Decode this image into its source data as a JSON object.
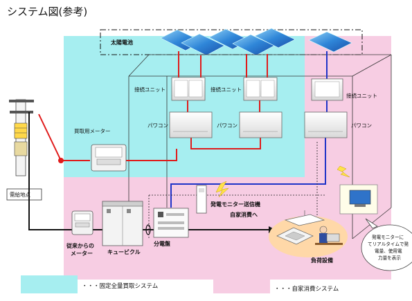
{
  "title": "システム図(参考)",
  "labels": {
    "solar": "太陽電池",
    "junction_1": "接続ユニット",
    "junction_2": "接続ユニット",
    "junction_3": "接続ユニット",
    "pcs_1": "パワコン",
    "pcs_2": "パワコン",
    "pcs_3": "パワコン",
    "sell_meter": "買取用メーター",
    "supply_point": "需給地点",
    "conventional_meter_line1": "従来からの",
    "conventional_meter_line2": "メーター",
    "cubicle": "キュービクル",
    "distribution_board": "分電盤",
    "monitor_transmitter": "発電モニター送信機",
    "self_consumption": "自家消費へ",
    "load_equipment": "負荷設備",
    "bubble_line1": "発電モニターに",
    "bubble_line2": "てリアルタイムで発",
    "bubble_line3": "電量、使用電",
    "bubble_line4": "力量を表示"
  },
  "legend": {
    "fixed_purchase": "・・・固定全量買取システム",
    "self_consumption": "・・・自家消費システム"
  },
  "colors": {
    "fixed_purchase_area": "#a6eef0",
    "self_consumption_area": "#f7cde3",
    "red_line": "#e01b1b",
    "blue_line": "#1f33c8",
    "black_line": "#111111"
  },
  "icons": [
    "solar-panel-icon",
    "junction-unit-icon",
    "power-conditioner-icon",
    "meter-icon",
    "utility-pole-icon",
    "cubicle-icon",
    "distribution-board-icon",
    "transmitter-icon",
    "lightning-icon",
    "monitor-icon",
    "air-conditioner-icon",
    "light-fixture-icon",
    "office-worker-icon"
  ]
}
